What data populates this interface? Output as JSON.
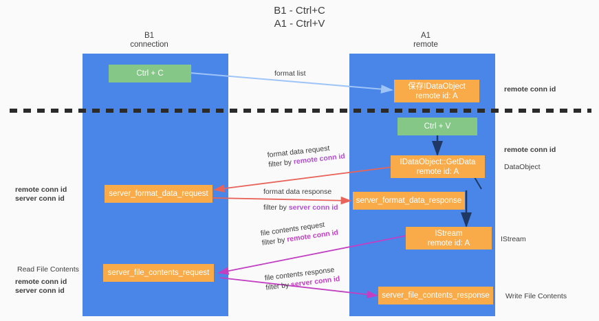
{
  "title": {
    "line1": "B1 - Ctrl+C",
    "line2": "A1 - Ctrl+V"
  },
  "lanes": [
    {
      "id": "b1",
      "name": "B1",
      "role": "connection"
    },
    {
      "id": "a1",
      "name": "A1",
      "role": "remote"
    }
  ],
  "nodes": {
    "ctrl_c": {
      "line1": "Ctrl + C",
      "line2": ""
    },
    "save_idataobject": {
      "line1": "保存IDataObject",
      "line2": "remote id: A"
    },
    "ctrl_v": {
      "line1": "Ctrl + V",
      "line2": ""
    },
    "idataobject_getdata": {
      "line1": "IDataObject::GetData",
      "line2": "remote id: A"
    },
    "server_format_data_request": {
      "line1": "server_format_data_request",
      "line2": ""
    },
    "server_format_data_response": {
      "line1": "server_format_data_response",
      "line2": ""
    },
    "istream": {
      "line1": "IStream",
      "line2": "remote id: A"
    },
    "server_file_contents_request": {
      "line1": "server_file_contents_request",
      "line2": ""
    },
    "server_file_contents_response": {
      "line1": "server_file_contents_response",
      "line2": ""
    }
  },
  "edges": {
    "format_list": {
      "label": "format list"
    },
    "format_data_request": {
      "label": "format data request",
      "filter_prefix": "filter by ",
      "filter_key": "remote conn id"
    },
    "format_data_response": {
      "label": "format data response",
      "filter_prefix": "filter by ",
      "filter_key": "server conn id"
    },
    "file_contents_request": {
      "label": "file contents request",
      "filter_prefix": "filter by ",
      "filter_key": "remote conn id"
    },
    "file_contents_response": {
      "label": "file contents response",
      "filter_prefix": "filter by ",
      "filter_key": "server conn id"
    }
  },
  "annotations": {
    "right_remote_conn_id_top": "remote conn id",
    "right_remote_conn_id_mid": "remote conn id",
    "right_dataobject": "DataObject",
    "right_istream": "IStream",
    "right_write_file_contents": "Write File Contents",
    "left_read_file_contents": "Read File Contents",
    "left_remote_conn_id_mid": "remote conn id",
    "left_server_conn_id_mid": "server conn id",
    "left_remote_conn_id_bot": "remote conn id",
    "left_server_conn_id_bot": "server conn id"
  },
  "colors": {
    "lane": "#4a86e8",
    "node_orange": "#f9ab4a",
    "node_green": "#84c787",
    "arrow_light_blue": "#9fc5f8",
    "arrow_red": "#e8645a",
    "arrow_magenta": "#c23fc2",
    "arrow_dark": "#1f3864",
    "purple_text": "#b24fce",
    "green_text": "#7cbf7f",
    "divider": "#2b2b2b",
    "background": "#fafafa"
  }
}
